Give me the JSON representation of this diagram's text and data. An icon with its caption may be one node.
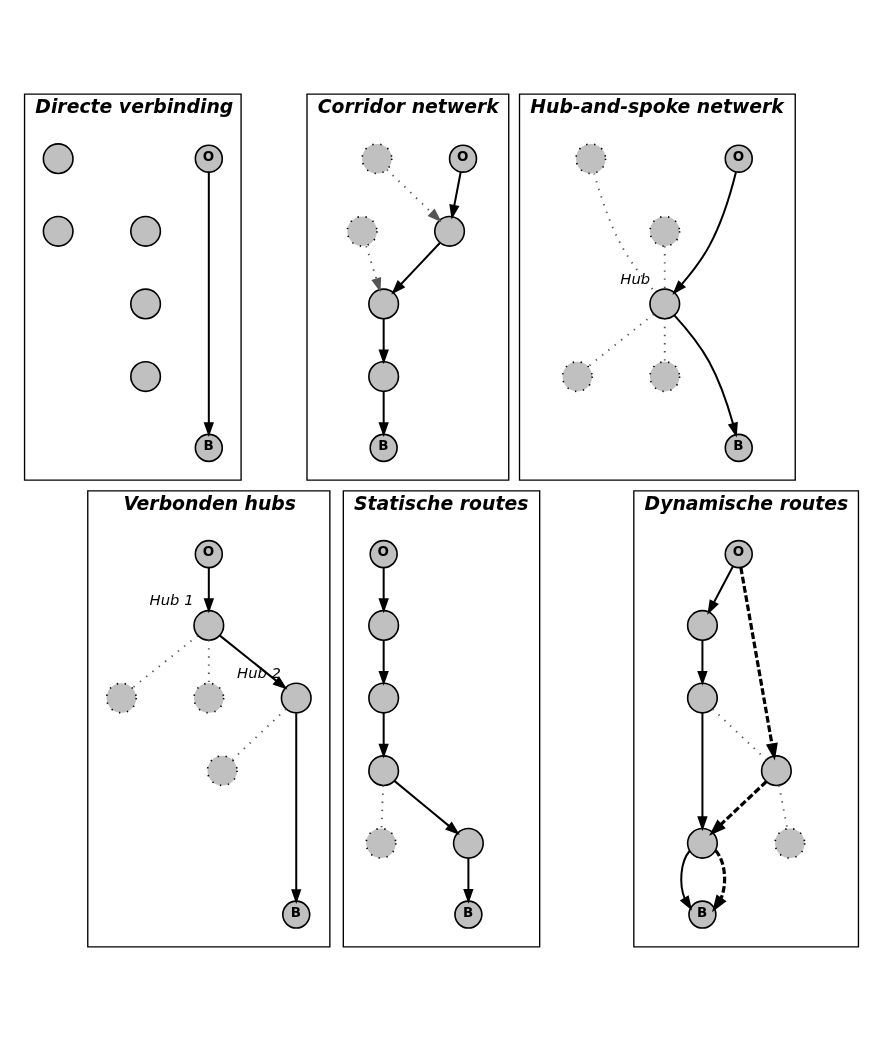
{
  "diagram": {
    "nodes": [
      {
        "text": [
          "Directe verbinding"
        ]
      },
      {
        "text": [
          "O"
        ],
        "in": 0
      },
      {
        "text": [],
        "shape": "circle",
        "in": 0
      },
      {
        "text": [],
        "shape": "circle",
        "in": 0
      },
      {
        "text": [],
        "shape": "circle",
        "in": 0
      },
      {
        "text": [],
        "shape": "circle",
        "in": 0
      },
      {
        "text": [],
        "shape": "circle",
        "in": 0
      },
      {
        "text": [
          "B"
        ],
        "in": 0
      },
      {
        "text": [
          "Corridor netwerk"
        ]
      },
      {
        "text": [
          "O"
        ],
        "in": 8
      },
      {
        "text": [],
        "shape": "circle",
        "in": 8
      },
      {
        "text": [],
        "shape": "circle",
        "in": 8
      },
      {
        "text": [],
        "shape": "circle",
        "in": 8
      },
      {
        "text": [],
        "shape": "circle",
        "in": 8
      },
      {
        "text": [],
        "shape": "circle",
        "in": 8
      },
      {
        "text": [
          "B"
        ],
        "in": 8
      },
      {
        "text": [
          "Hub-and-spoke netwerk"
        ]
      },
      {
        "text": [
          "O"
        ],
        "in": 16
      },
      {
        "text": [],
        "shape": "circle",
        "in": 16
      },
      {
        "text": [],
        "shape": "circle",
        "in": 16
      },
      {
        "text": [],
        "shape": "circle",
        "in": 16,
        "beside": [
          "Hub"
        ]
      },
      {
        "text": [],
        "shape": "circle",
        "in": 16
      },
      {
        "text": [],
        "shape": "circle",
        "in": 16
      },
      {
        "text": [
          "B"
        ],
        "in": 16
      },
      {
        "text": [
          "Verbonden hubs"
        ]
      },
      {
        "text": [
          "O"
        ],
        "in": 24
      },
      {
        "text": [],
        "shape": "circle",
        "in": 24,
        "beside": [
          "Hub 1"
        ]
      },
      {
        "text": [],
        "shape": "circle",
        "in": 24
      },
      {
        "text": [],
        "shape": "circle",
        "in": 24
      },
      {
        "text": [],
        "shape": "circle",
        "in": 24
      },
      {
        "text": [],
        "shape": "circle",
        "in": 24,
        "beside": [
          "Hub 2"
        ]
      },
      {
        "text": [
          "B"
        ],
        "in": 24
      },
      {
        "text": [
          "Statische routes"
        ]
      },
      {
        "text": [
          "O"
        ],
        "in": 32
      },
      {
        "text": [],
        "shape": "circle",
        "in": 32
      },
      {
        "text": [],
        "shape": "circle",
        "in": 32
      },
      {
        "text": [],
        "shape": "circle",
        "in": 32
      },
      {
        "text": [],
        "shape": "circle",
        "in": 32
      },
      {
        "text": [],
        "shape": "circle",
        "in": 32
      },
      {
        "text": [
          "B"
        ],
        "in": 32
      },
      {
        "text": [
          "Dynamische routes"
        ]
      },
      {
        "text": [
          "O"
        ],
        "in": 40
      },
      {
        "text": [],
        "shape": "circle",
        "in": 40
      },
      {
        "text": [],
        "shape": "circle",
        "in": 40
      },
      {
        "text": [],
        "shape": "circle",
        "in": 40
      },
      {
        "text": [],
        "shape": "circle",
        "in": 40
      },
      {
        "text": [],
        "shape": "circle",
        "in": 40
      },
      {
        "text": [
          "B"
        ],
        "in": 40
      }
    ],
    "edges": [
      {
        "from": 1,
        "to": 7,
        "arrow": "to"
      },
      {
        "from": 9,
        "to": 10,
        "arrow": "to"
      },
      {
        "from": 11,
        "to": 10,
        "arrow": "to",
        "style": "dashed",
        "color": "#555555"
      },
      {
        "from": 10,
        "to": 12,
        "arrow": "to"
      },
      {
        "from": 13,
        "to": 12,
        "arrow": "to",
        "style": "dashed",
        "color": "#555555"
      },
      {
        "from": 12,
        "to": 14,
        "arrow": "to"
      },
      {
        "from": 14,
        "to": 15,
        "arrow": "to"
      },
      {
        "from": 17,
        "to": 20,
        "arrow": "to"
      },
      {
        "from": 18,
        "to": 20,
        "arrow": "none",
        "style": "dashed",
        "color": "#555555"
      },
      {
        "from": 19,
        "to": 20,
        "arrow": "none",
        "style": "dashed",
        "color": "#555555"
      },
      {
        "from": 20,
        "to": 21,
        "arrow": "none",
        "style": "dashed",
        "color": "#555555"
      },
      {
        "from": 20,
        "to": 22,
        "arrow": "none",
        "style": "dashed",
        "color": "#555555"
      },
      {
        "from": 20,
        "to": 23,
        "arrow": "to"
      },
      {
        "from": 25,
        "to": 26,
        "arrow": "to"
      },
      {
        "from": 26,
        "to": 27,
        "arrow": "none",
        "style": "dashed",
        "color": "#555555"
      },
      {
        "from": 26,
        "to": 28,
        "arrow": "none",
        "style": "dashed",
        "color": "#555555"
      },
      {
        "from": 26,
        "to": 30,
        "arrow": "to"
      },
      {
        "from": 30,
        "to": 29,
        "arrow": "none",
        "style": "dashed",
        "color": "#555555"
      },
      {
        "from": 30,
        "to": 31,
        "arrow": "to"
      },
      {
        "from": 33,
        "to": 34,
        "arrow": "to"
      },
      {
        "from": 34,
        "to": 35,
        "arrow": "to"
      },
      {
        "from": 35,
        "to": 36,
        "arrow": "to"
      },
      {
        "from": 36,
        "to": 37,
        "arrow": "none",
        "style": "dashed",
        "color": "#555555"
      },
      {
        "from": 36,
        "to": 38,
        "arrow": "to"
      },
      {
        "from": 38,
        "to": 39,
        "arrow": "to"
      },
      {
        "from": 41,
        "to": 42,
        "arrow": "to"
      },
      {
        "from": 42,
        "to": 43,
        "arrow": "to"
      },
      {
        "from": 43,
        "to": 44,
        "arrow": "none",
        "style": "dashed",
        "color": "#555555"
      },
      {
        "from": 44,
        "to": 45,
        "arrow": "none",
        "style": "dashed",
        "color": "#555555"
      },
      {
        "from": 43,
        "to": 46,
        "arrow": "to"
      },
      {
        "from": 41,
        "to": 44,
        "arrow": "to",
        "style": "dashed"
      },
      {
        "from": 44,
        "to": 46,
        "arrow": "to",
        "style": "dashed"
      },
      {
        "from": 46,
        "to": 47,
        "arrow": "to"
      },
      {
        "from": 46,
        "to": 47,
        "arrow": "to",
        "style": "dashed"
      }
    ]
  }
}
